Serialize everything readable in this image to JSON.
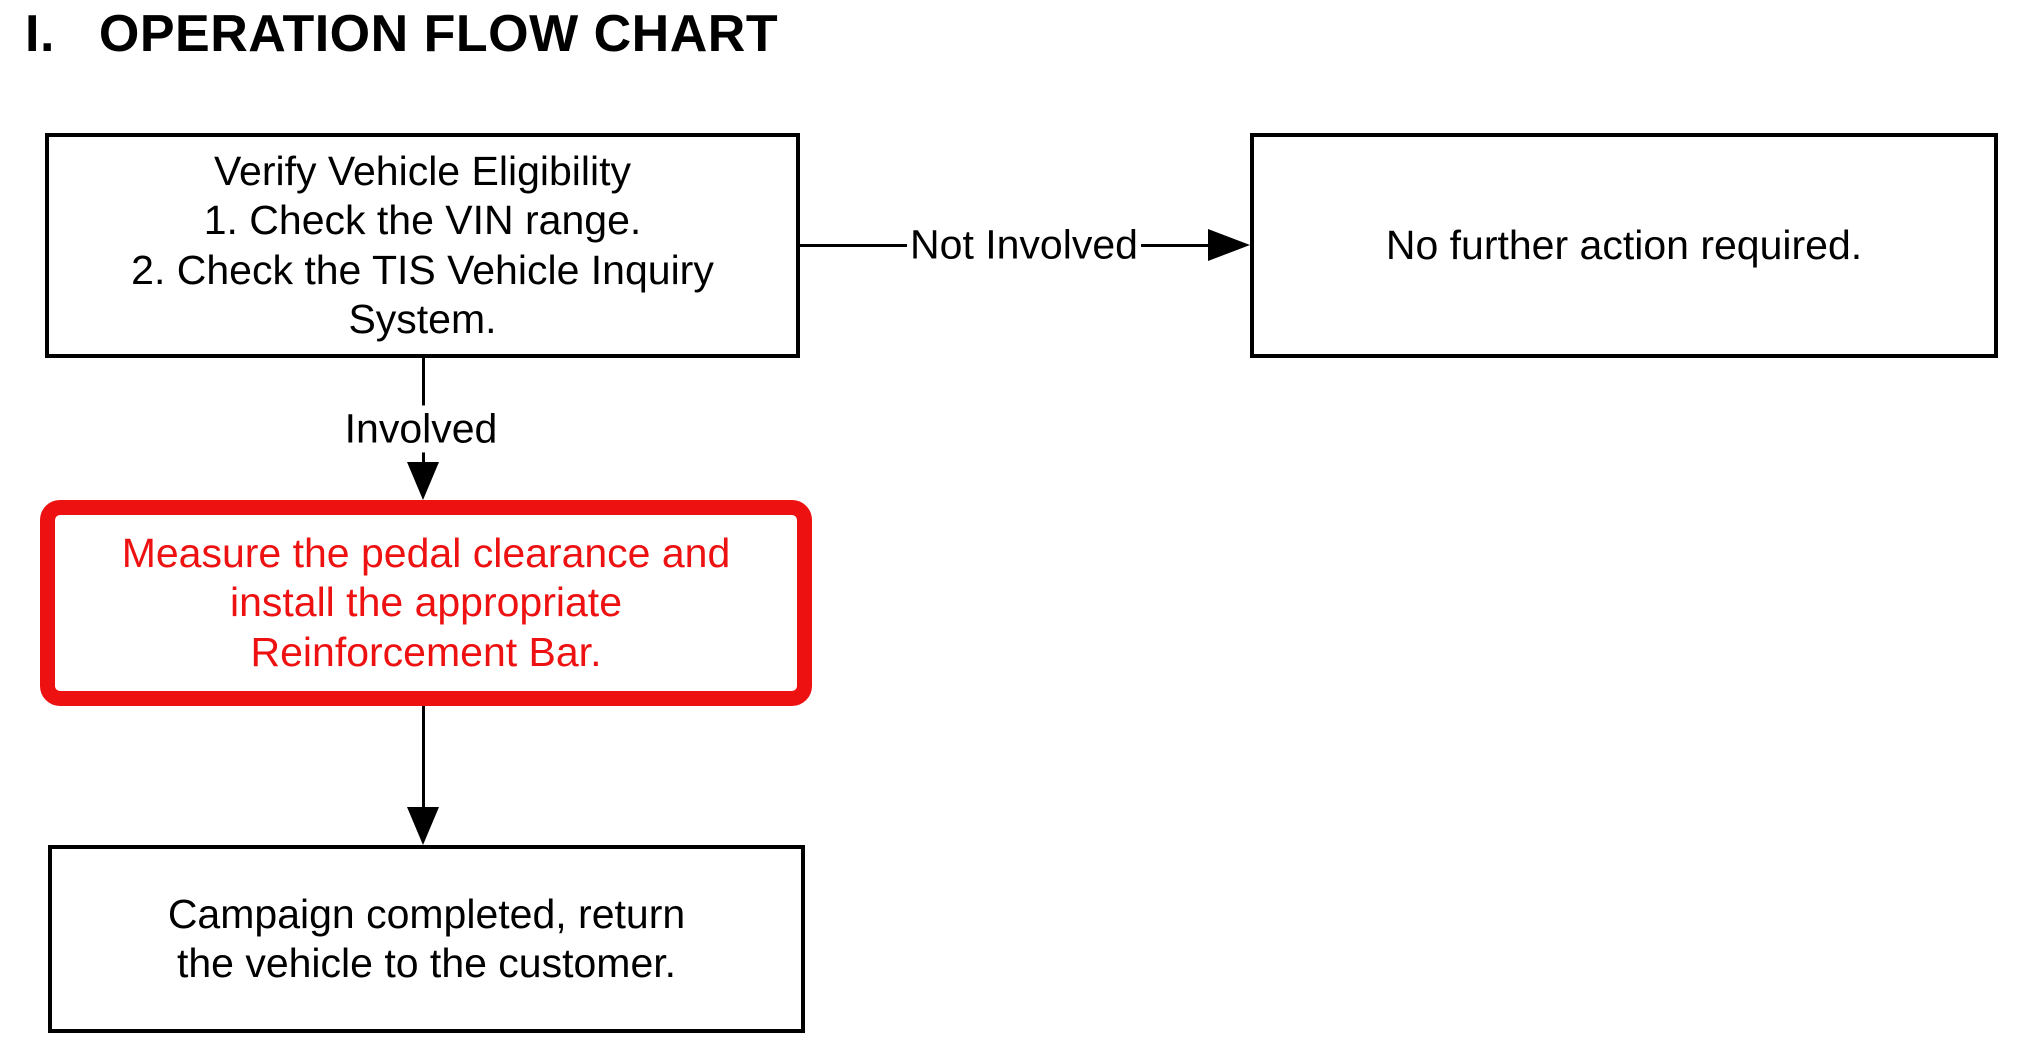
{
  "title": {
    "numeral": "I.",
    "text": "OPERATION FLOW CHART"
  },
  "colors": {
    "red": "#ee1111",
    "black": "#000000"
  },
  "flowchart": {
    "verify_box": {
      "text": "Verify Vehicle Eligibility\n1. Check the VIN range.\n2. Check the TIS Vehicle Inquiry\nSystem."
    },
    "not_involved_label": "Not Involved",
    "no_action_box": {
      "text": "No further action required."
    },
    "involved_label": "Involved",
    "measure_box": {
      "text": "Measure the pedal clearance and\ninstall the appropriate\nReinforcement Bar."
    },
    "campaign_box": {
      "text": "Campaign completed, return\nthe vehicle to the customer."
    }
  }
}
